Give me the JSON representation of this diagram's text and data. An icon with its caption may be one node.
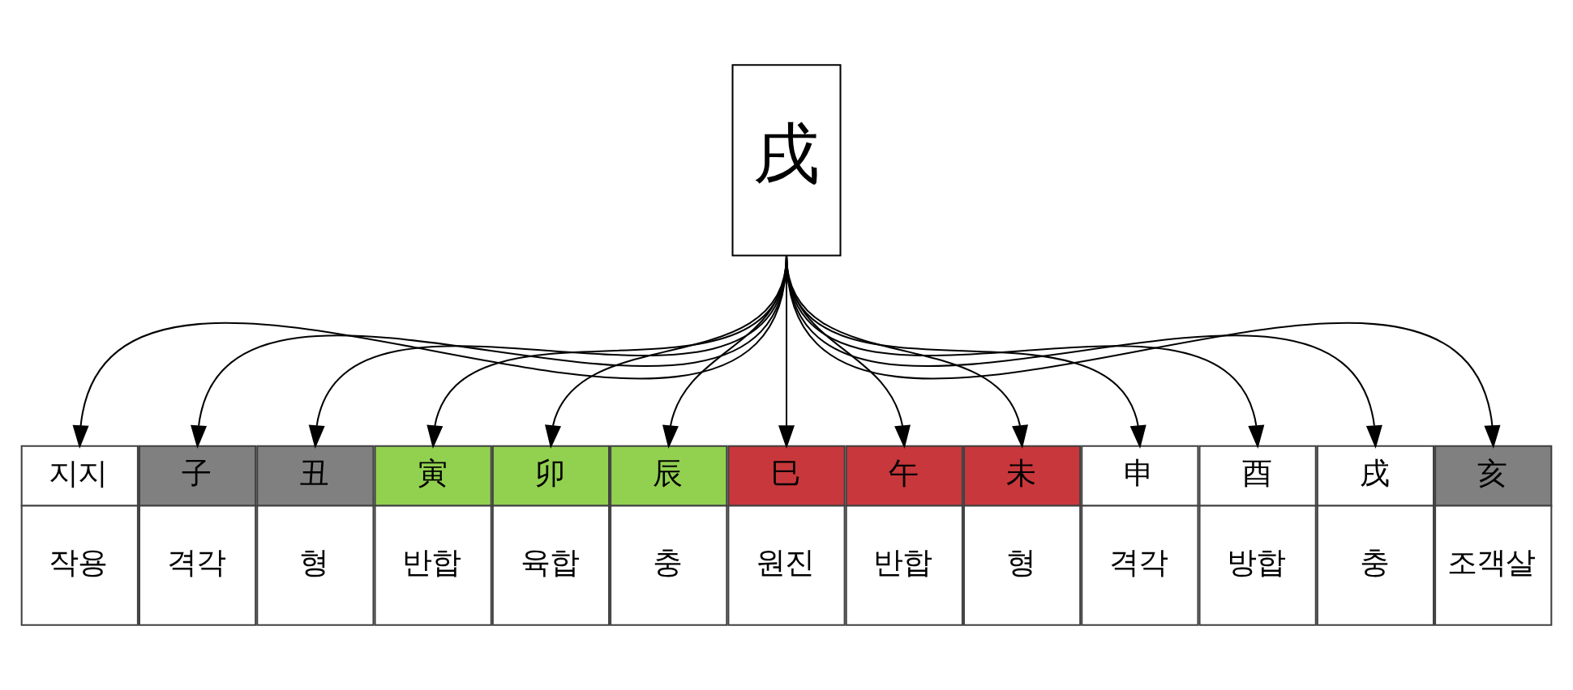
{
  "diagram": {
    "nodes": [
      {
        "text": [
          "戌"
        ]
      },
      {
        "text": [
          "지지",
          "작용"
        ]
      },
      {
        "text": [
          "子",
          "격각"
        ]
      },
      {
        "text": [
          "丑",
          "형"
        ]
      },
      {
        "text": [
          "寅",
          "반합"
        ]
      },
      {
        "text": [
          "卯",
          "육합"
        ]
      },
      {
        "text": [
          "辰",
          "충"
        ]
      },
      {
        "text": [
          "巳",
          "원진"
        ]
      },
      {
        "text": [
          "午",
          "반합"
        ]
      },
      {
        "text": [
          "未",
          "형"
        ]
      },
      {
        "text": [
          "申",
          "격각"
        ]
      },
      {
        "text": [
          "酉",
          "방합"
        ]
      },
      {
        "text": [
          "戌",
          "충"
        ]
      },
      {
        "text": [
          "亥",
          "조객살"
        ]
      }
    ],
    "edges": [
      {
        "from": 0,
        "to": 1,
        "arrow": "to"
      },
      {
        "from": 0,
        "to": 2,
        "arrow": "to"
      },
      {
        "from": 0,
        "to": 3,
        "arrow": "to"
      },
      {
        "from": 0,
        "to": 4,
        "arrow": "to"
      },
      {
        "from": 0,
        "to": 5,
        "arrow": "to"
      },
      {
        "from": 0,
        "to": 6,
        "arrow": "to"
      },
      {
        "from": 0,
        "to": 7,
        "arrow": "to"
      },
      {
        "from": 0,
        "to": 8,
        "arrow": "to"
      },
      {
        "from": 0,
        "to": 9,
        "arrow": "to"
      },
      {
        "from": 0,
        "to": 10,
        "arrow": "to"
      },
      {
        "from": 0,
        "to": 11,
        "arrow": "to"
      },
      {
        "from": 0,
        "to": 12,
        "arrow": "to"
      },
      {
        "from": 0,
        "to": 13,
        "arrow": "to"
      }
    ]
  }
}
